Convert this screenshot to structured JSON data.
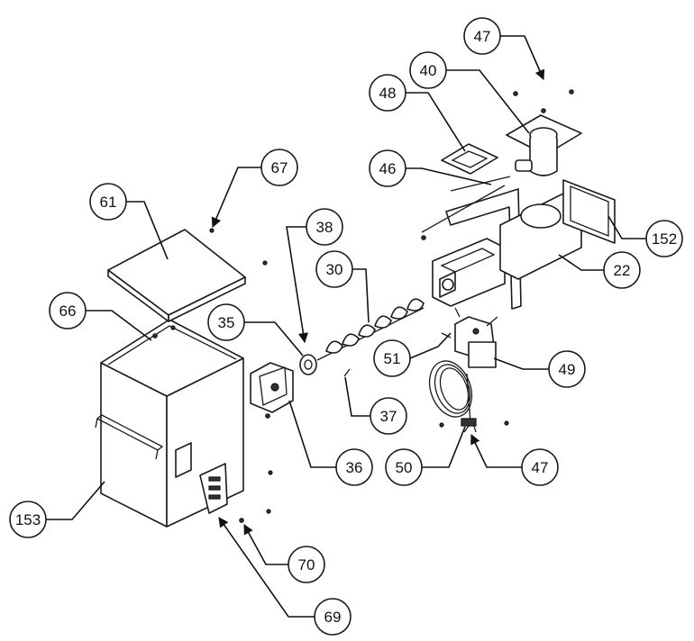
{
  "callouts": [
    {
      "id": "c47a",
      "label": "47"
    },
    {
      "id": "c40",
      "label": "40"
    },
    {
      "id": "c48",
      "label": "48"
    },
    {
      "id": "c46",
      "label": "46"
    },
    {
      "id": "c67",
      "label": "67"
    },
    {
      "id": "c61",
      "label": "61"
    },
    {
      "id": "c38",
      "label": "38"
    },
    {
      "id": "c30",
      "label": "30"
    },
    {
      "id": "c152",
      "label": "152"
    },
    {
      "id": "c22",
      "label": "22"
    },
    {
      "id": "c66",
      "label": "66"
    },
    {
      "id": "c35",
      "label": "35"
    },
    {
      "id": "c51",
      "label": "51"
    },
    {
      "id": "c49",
      "label": "49"
    },
    {
      "id": "c37",
      "label": "37"
    },
    {
      "id": "c36",
      "label": "36"
    },
    {
      "id": "c50",
      "label": "50"
    },
    {
      "id": "c47b",
      "label": "47"
    },
    {
      "id": "c153",
      "label": "153"
    },
    {
      "id": "c70",
      "label": "70"
    },
    {
      "id": "c69",
      "label": "69"
    }
  ],
  "colors": {
    "line": "#1a1a1a",
    "background": "#ffffff"
  }
}
